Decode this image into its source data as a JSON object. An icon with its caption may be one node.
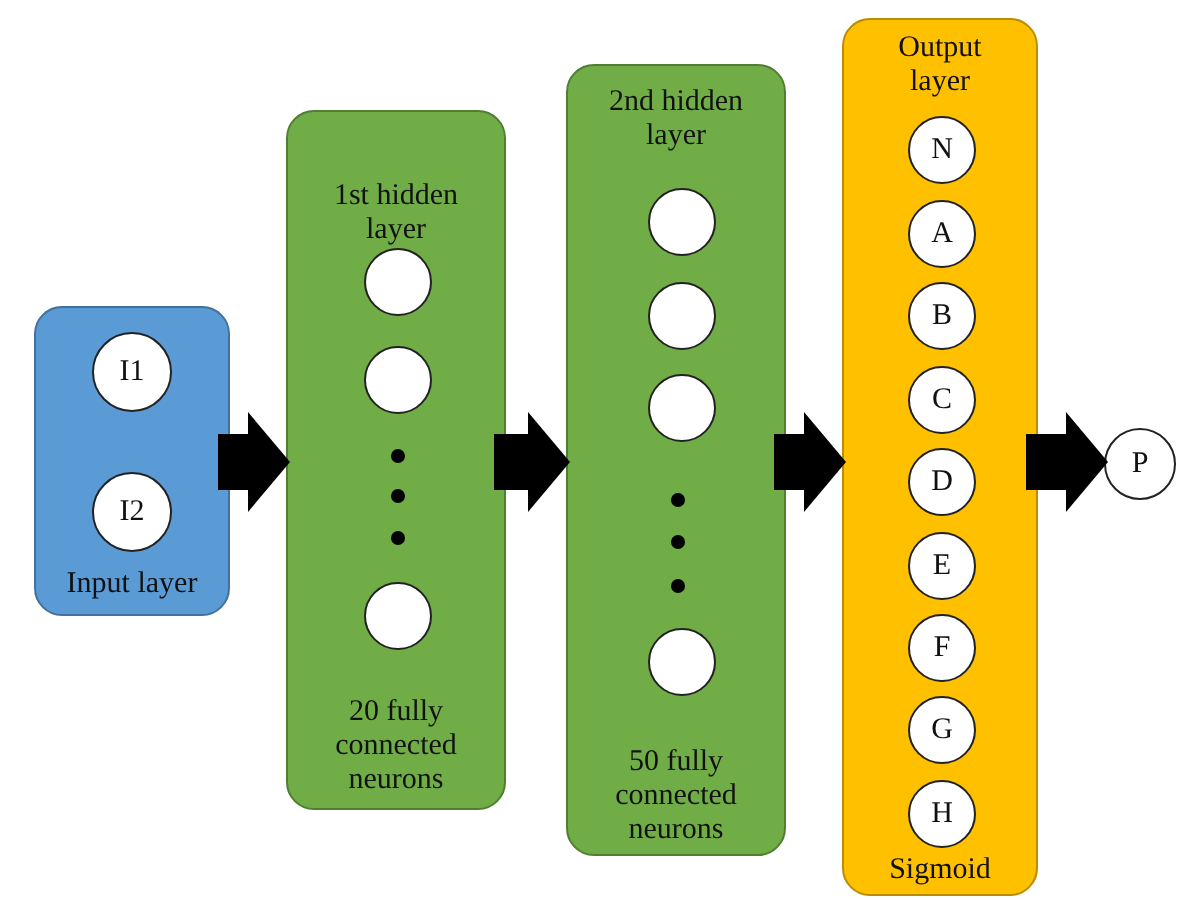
{
  "diagram": {
    "nodes": [
      {
        "text": [
          "Input layer"
        ]
      },
      {
        "text": [
          "I1"
        ],
        "in": 0
      },
      {
        "text": [
          "I2"
        ],
        "in": 0
      },
      {
        "text": [
          "1st hidden layer",
          "20 fully connected neurons"
        ]
      },
      {
        "text": [],
        "shape": "circle",
        "in": 3
      },
      {
        "text": [],
        "shape": "circle",
        "in": 3
      },
      {
        "text": [],
        "shape": "circle",
        "in": 3
      },
      {
        "text": [
          "2nd hidden layer",
          "50 fully connected neurons"
        ]
      },
      {
        "text": [],
        "shape": "circle",
        "in": 7
      },
      {
        "text": [],
        "shape": "circle",
        "in": 7
      },
      {
        "text": [],
        "shape": "circle",
        "in": 7
      },
      {
        "text": [],
        "shape": "circle",
        "in": 7
      },
      {
        "text": [
          "Output layer",
          "Sigmoid"
        ]
      },
      {
        "text": [
          "N"
        ],
        "in": 12
      },
      {
        "text": [
          "A"
        ],
        "in": 12
      },
      {
        "text": [
          "B"
        ],
        "in": 12
      },
      {
        "text": [
          "C"
        ],
        "in": 12
      },
      {
        "text": [
          "D"
        ],
        "in": 12
      },
      {
        "text": [
          "E"
        ],
        "in": 12
      },
      {
        "text": [
          "F"
        ],
        "in": 12
      },
      {
        "text": [
          "G"
        ],
        "in": 12
      },
      {
        "text": [
          "H"
        ],
        "in": 12
      },
      {
        "text": [
          "P"
        ]
      }
    ],
    "edges": [
      {
        "from": 0,
        "to": 3,
        "arrow": "to"
      },
      {
        "from": 3,
        "to": 7,
        "arrow": "to"
      },
      {
        "from": 7,
        "to": 12,
        "arrow": "to"
      },
      {
        "from": 12,
        "to": 22,
        "arrow": "to"
      }
    ]
  }
}
